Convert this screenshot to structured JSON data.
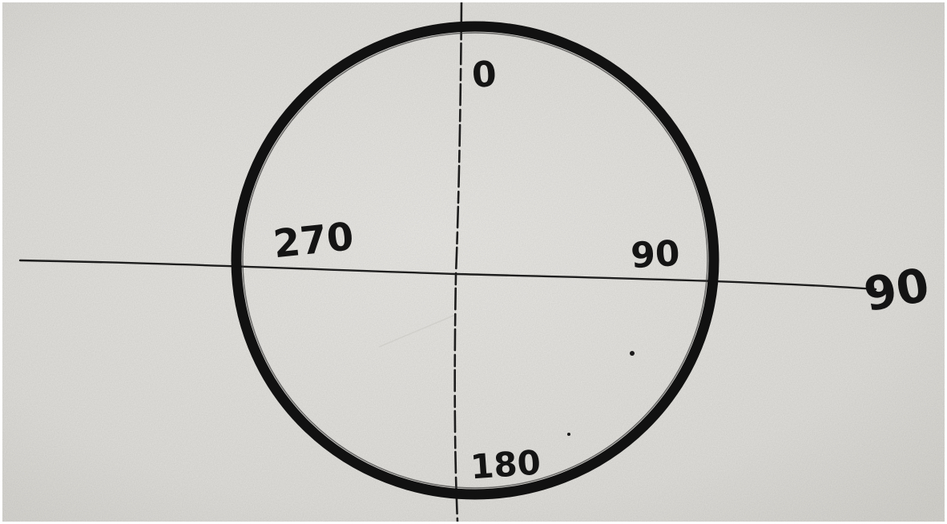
{
  "photo": {
    "paper_color": "#e4e2de",
    "ink_color": "#1a1a1a",
    "ring_color": "#121212",
    "labels": {
      "top": "0",
      "right": "90",
      "bottom": "180",
      "left": "270",
      "outside_right": "90"
    }
  }
}
